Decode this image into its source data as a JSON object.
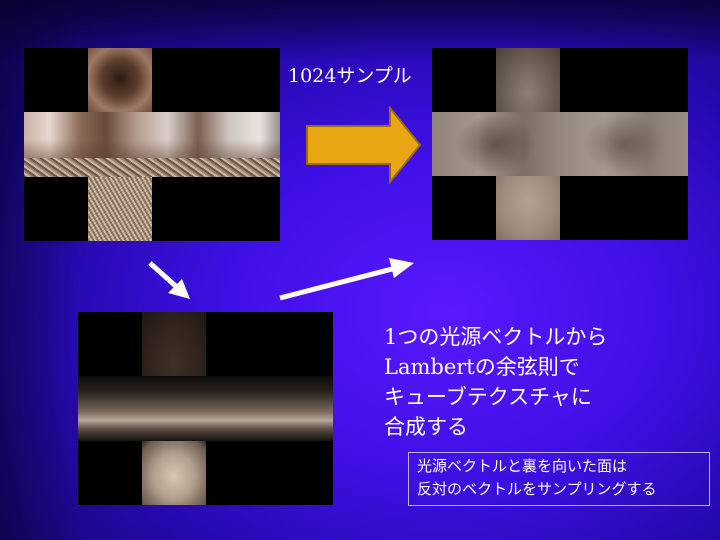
{
  "sample_label": "1024サンプル",
  "description": {
    "lines": [
      "1つの光源ベクトルから",
      "Lambertの余弦則で",
      "キューブテクスチャに",
      "合成する"
    ]
  },
  "note": {
    "lines": [
      "光源ベクトルと裏を向いた面は",
      "反対のベクトルをサンプリングする"
    ]
  },
  "colors": {
    "arrow_fill": "#e8a613",
    "arrow_stroke": "#9b6a05",
    "line_arrow": "#ffffff",
    "note_border": "#b9b3e6"
  },
  "icons": [
    "right-arrow-icon",
    "down-right-arrow-icon",
    "up-right-arrow-icon"
  ]
}
